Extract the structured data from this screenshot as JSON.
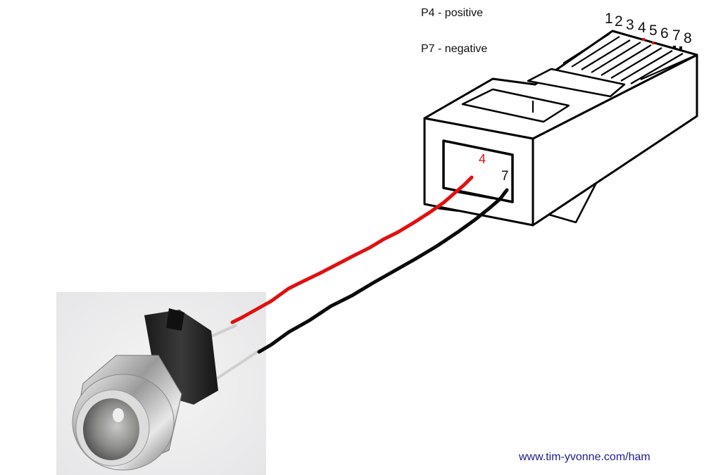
{
  "legend": {
    "positive": "P4 - positive",
    "negative": "P7 - negative"
  },
  "pin_numbers": [
    "1",
    "2",
    "3",
    "4",
    "5",
    "6",
    "7",
    "8"
  ],
  "wire_labels": {
    "red": "4",
    "black": "7"
  },
  "footer_url": "www.tim-yvonne.com/ham",
  "colors": {
    "positive_wire": "#e01010",
    "negative_wire": "#0a0a0a",
    "url": "#1c1c8a"
  }
}
